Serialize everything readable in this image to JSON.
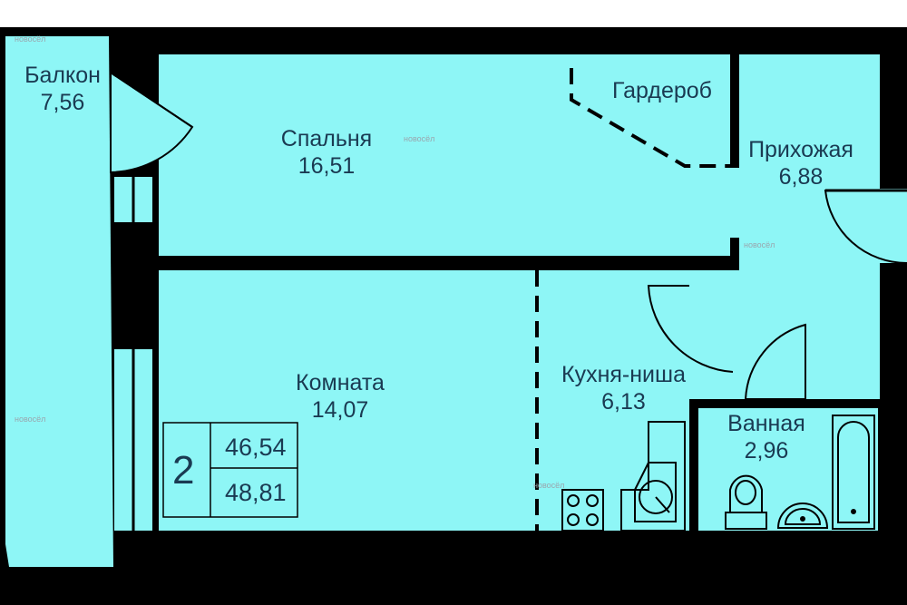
{
  "rooms": {
    "balcony": {
      "name": "Балкон",
      "area": "7,56"
    },
    "bedroom": {
      "name": "Спальня",
      "area": "16,51"
    },
    "wardrobe": {
      "name": "Гардероб"
    },
    "hallway": {
      "name": "Прихожая",
      "area": "6,88"
    },
    "room": {
      "name": "Комната",
      "area": "14,07"
    },
    "kitchen": {
      "name": "Кухня-ниша",
      "area": "6,13"
    },
    "bathroom": {
      "name": "Ванная",
      "area": "2,96"
    }
  },
  "summary": {
    "rooms_count": "2",
    "area_without_balcony": "46,54",
    "area_total": "48,81"
  },
  "watermark": {
    "text": "новосёл"
  },
  "colors": {
    "floor": "#8ef6f6",
    "wall": "#000000",
    "text": "#1a3a52"
  }
}
